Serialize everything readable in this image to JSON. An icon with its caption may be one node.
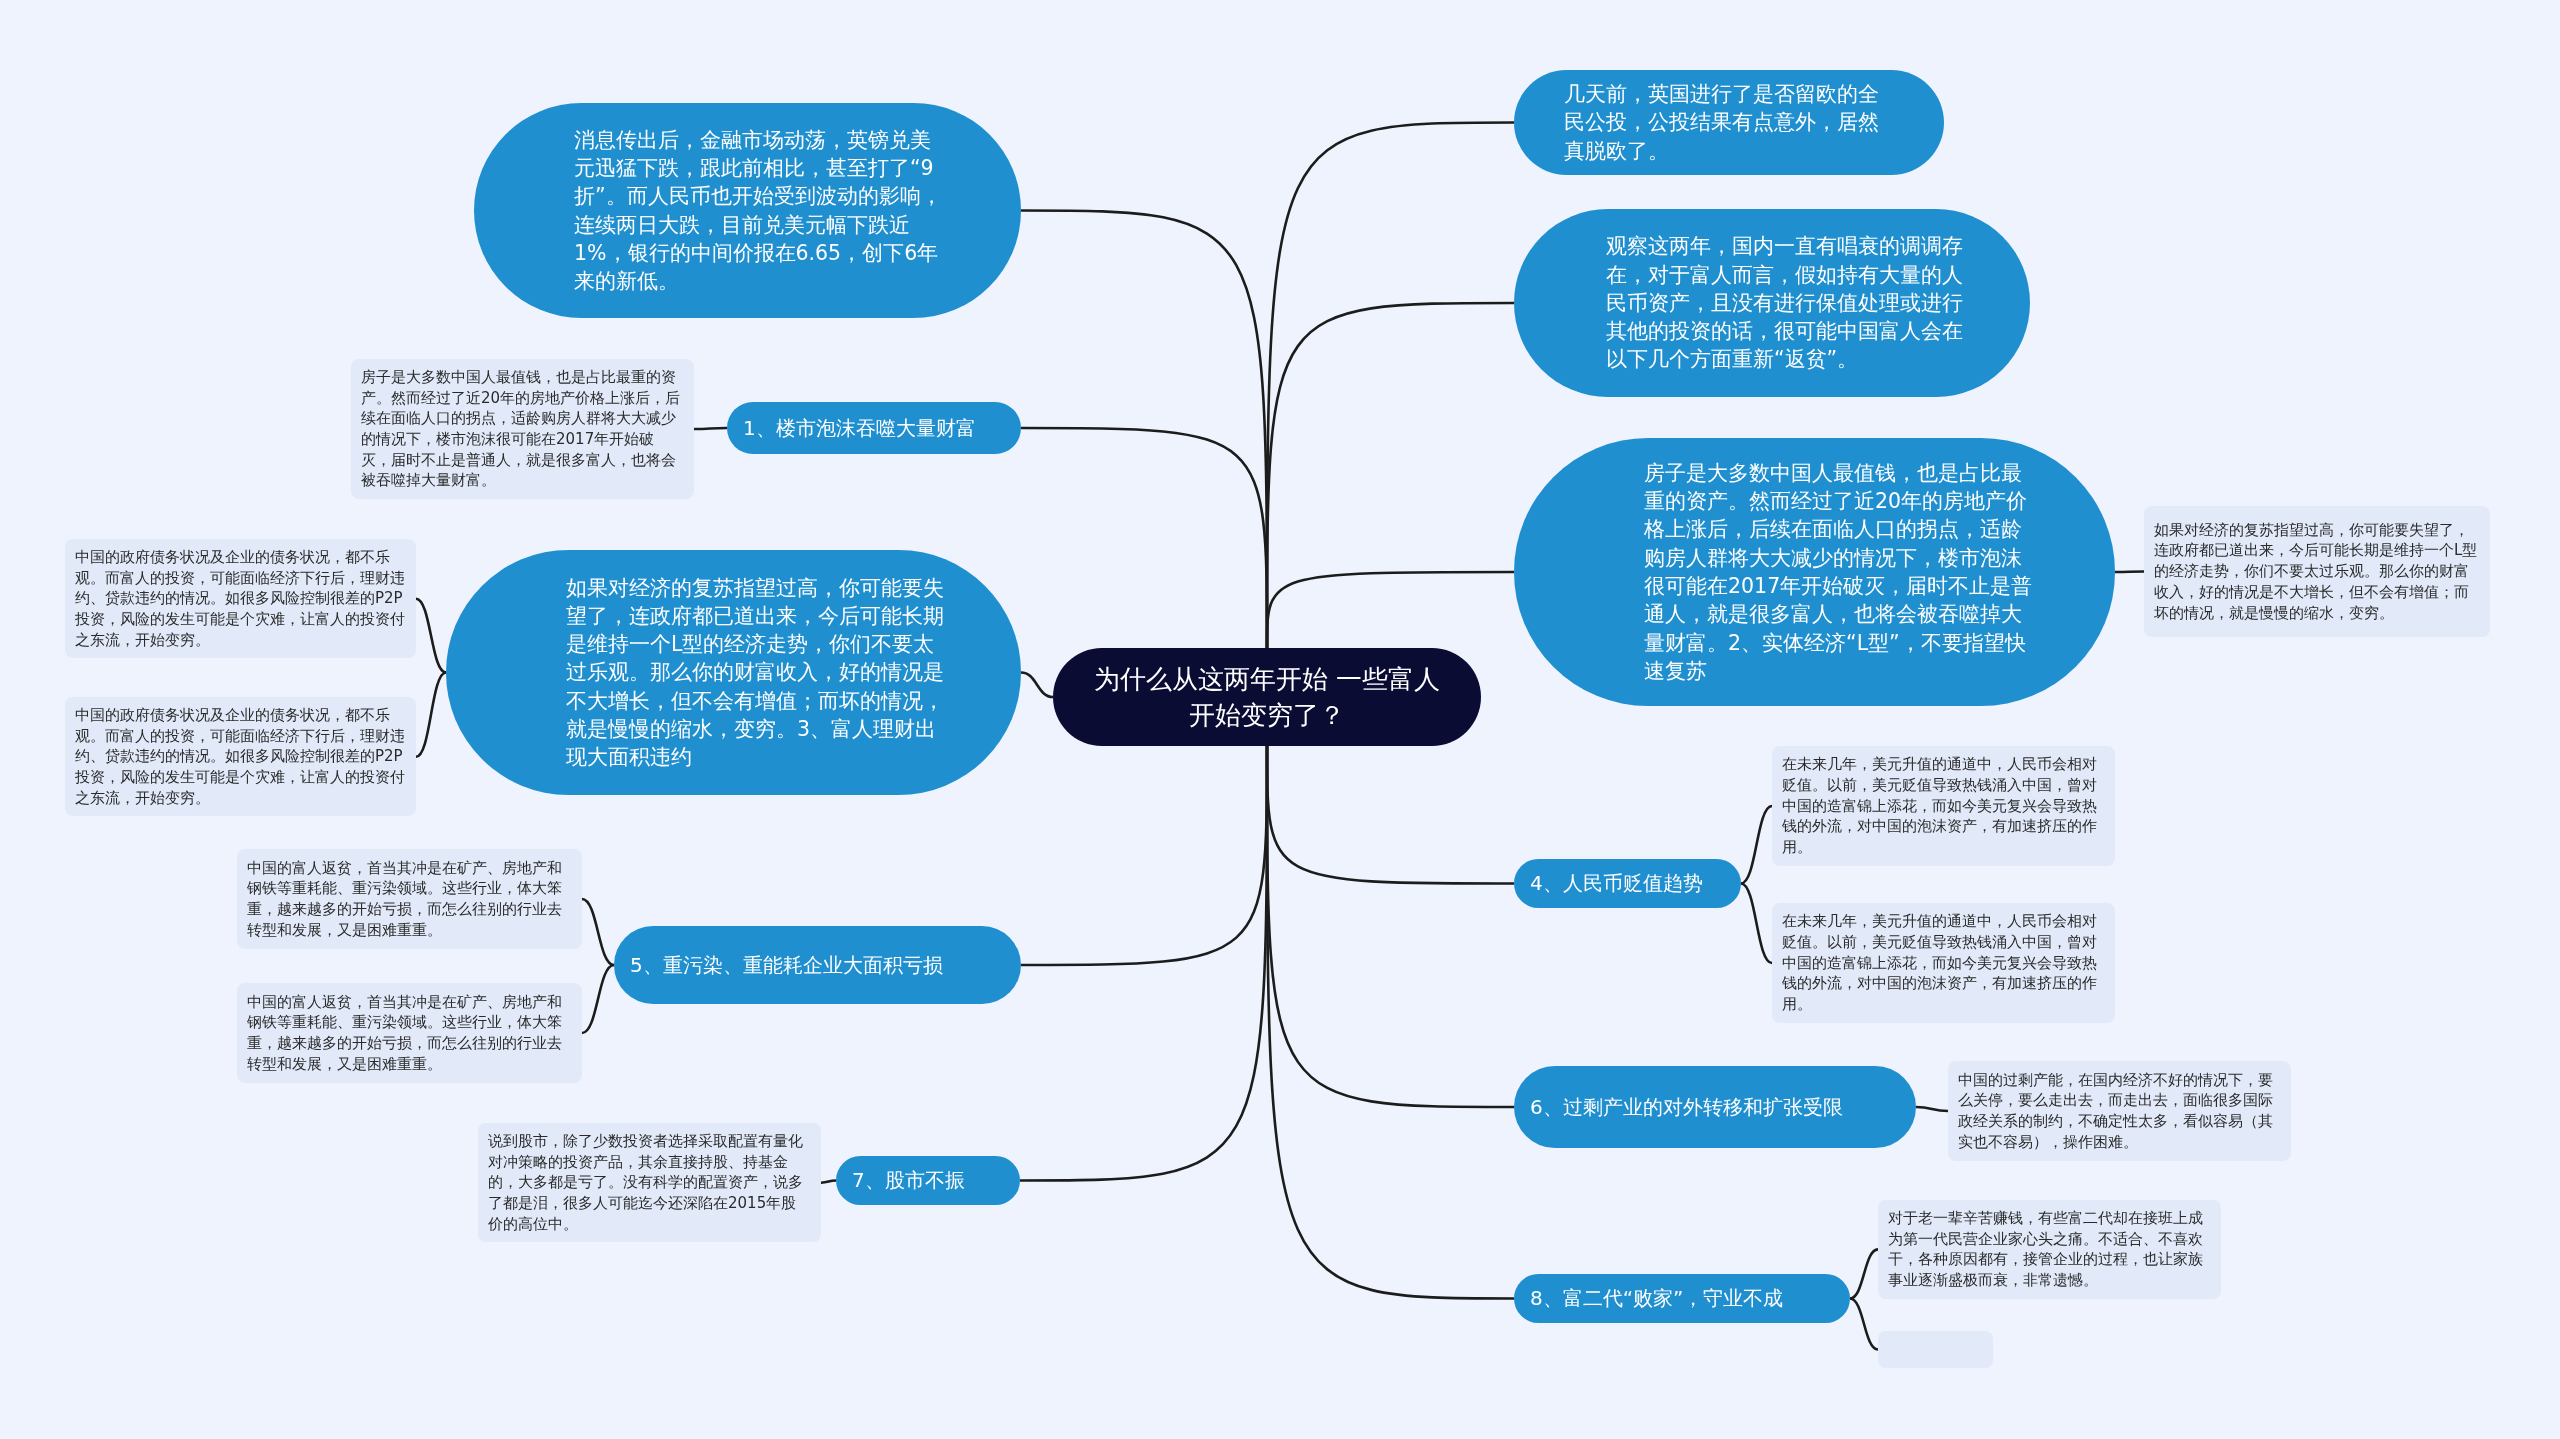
{
  "diagram": {
    "nodes": [
      {
        "text": [
          "为什么从这两年开始 一些富人开始变穷了？"
        ]
      },
      {
        "text": [
          "消息传出后，金融市场动荡，英镑兑美元迅猛下跌，跟此前相比，甚至打了“9折”。而人民币也开始受到波动的影响，连续两日大跌，目前兑美元幅下跌近1%，银行的中间价报在6.65，创下6年来的新低。"
        ]
      },
      {
        "text": [
          "1、楼市泡沫吞噬大量财富"
        ]
      },
      {
        "text": [
          "房子是大多数中国人最值钱，也是占比最重的资产。然而经过了近20年的房地产价格上涨后，后续在面临人口的拐点，适龄购房人群将大大减少的情况下，楼市泡沫很可能在2017年开始破灭，届时不止是普通人，就是很多富人，也将会被吞噬掉大量财富。"
        ]
      },
      {
        "text": [
          "如果对经济的复苏指望过高，你可能要失望了，连政府都已道出来，今后可能长期是维持一个L型的经济走势，你们不要太过乐观。那么你的财富收入，好的情况是不大增长，但不会有增值；而坏的情况，就是慢慢的缩水，变穷。3、富人理财出现大面积违约"
        ]
      },
      {
        "text": [
          "中国的政府债务状况及企业的债务状况，都不乐观。而富人的投资，可能面临经济下行后，理财违约、贷款违约的情况。如很多风险控制很差的P2P投资，风险的发生可能是个灾难，让富人的投资付之东流，开始变穷。"
        ]
      },
      {
        "text": [
          "中国的政府债务状况及企业的债务状况，都不乐观。而富人的投资，可能面临经济下行后，理财违约、贷款违约的情况。如很多风险控制很差的P2P投资，风险的发生可能是个灾难，让富人的投资付之东流，开始变穷。"
        ]
      },
      {
        "text": [
          "5、重污染、重能耗企业大面积亏损"
        ]
      },
      {
        "text": [
          "中国的富人返贫，首当其冲是在矿产、房地产和钢铁等重耗能、重污染领域。这些行业，体大笨重，越来越多的开始亏损，而怎么往别的行业去转型和发展，又是困难重重。"
        ]
      },
      {
        "text": [
          "中国的富人返贫，首当其冲是在矿产、房地产和钢铁等重耗能、重污染领域。这些行业，体大笨重，越来越多的开始亏损，而怎么往别的行业去转型和发展，又是困难重重。"
        ]
      },
      {
        "text": [
          "7、股市不振"
        ]
      },
      {
        "text": [
          "说到股市，除了少数投资者选择采取配置有量化对冲策略的投资产品，其余直接持股、持基金的，大多都是亏了。没有科学的配置资产，说多了都是泪，很多人可能迄今还深陷在2015年股价的高位中。"
        ]
      },
      {
        "text": [
          "几天前，英国进行了是否留欧的全民公投，公投结果有点意外，居然真脱欧了。"
        ]
      },
      {
        "text": [
          "观察这两年，国内一直有唱衰的调调存在，对于富人而言，假如持有大量的人民币资产，且没有进行保值处理或进行其他的投资的话，很可能中国富人会在以下几个方面重新“返贫”。"
        ]
      },
      {
        "text": [
          "房子是大多数中国人最值钱，也是占比最重的资产。然而经过了近20年的房地产价格上涨后，后续在面临人口的拐点，适龄购房人群将大大减少的情况下，楼市泡沫很可能在2017年开始破灭，届时不止是普通人，就是很多富人，也将会被吞噬掉大量财富。2、实体经济“L型”，不要指望快速复苏"
        ]
      },
      {
        "text": [
          "如果对经济的复苏指望过高，你可能要失望了，连政府都已道出来，今后可能长期是维持一个L型的经济走势，你们不要太过乐观。那么你的财富收入，好的情况是不大增长，但不会有增值；而坏的情况，就是慢慢的缩水，变穷。"
        ]
      },
      {
        "text": [
          "4、人民币贬值趋势"
        ]
      },
      {
        "text": [
          "在未来几年，美元升值的通道中，人民币会相对贬值。以前，美元贬值导致热钱涌入中国，曾对中国的造富锦上添花，而如今美元复兴会导致热钱的外流，对中国的泡沫资产，有加速挤压的作用。"
        ]
      },
      {
        "text": [
          "在未来几年，美元升值的通道中，人民币会相对贬值。以前，美元贬值导致热钱涌入中国，曾对中国的造富锦上添花，而如今美元复兴会导致热钱的外流，对中国的泡沫资产，有加速挤压的作用。"
        ]
      },
      {
        "text": [
          "6、过剩产业的对外转移和扩张受限"
        ]
      },
      {
        "text": [
          "中国的过剩产能，在国内经济不好的情况下，要么关停，要么走出去，而走出去，面临很多国际政经关系的制约，不确定性太多，看似容易（其实也不容易），操作困难。"
        ]
      },
      {
        "text": [
          "8、富二代“败家”，守业不成"
        ]
      },
      {
        "text": [
          "对于老一辈辛苦赚钱，有些富二代却在接班上成为第一代民营企业家心头之痛。不适合、不喜欢干，各种原因都有，接管企业的过程，也让家族事业逐渐盛极而衰，非常遗憾。"
        ]
      },
      {
        "text": [],
        "shape": "box"
      }
    ],
    "edges": [
      {
        "from": 0,
        "to": 1,
        "arrow": "none"
      },
      {
        "from": 0,
        "to": 2,
        "arrow": "none"
      },
      {
        "from": 2,
        "to": 3,
        "arrow": "none"
      },
      {
        "from": 0,
        "to": 4,
        "arrow": "none"
      },
      {
        "from": 4,
        "to": 5,
        "arrow": "none"
      },
      {
        "from": 4,
        "to": 6,
        "arrow": "none"
      },
      {
        "from": 0,
        "to": 7,
        "arrow": "none"
      },
      {
        "from": 7,
        "to": 8,
        "arrow": "none"
      },
      {
        "from": 7,
        "to": 9,
        "arrow": "none"
      },
      {
        "from": 0,
        "to": 10,
        "arrow": "none"
      },
      {
        "from": 10,
        "to": 11,
        "arrow": "none"
      },
      {
        "from": 0,
        "to": 12,
        "arrow": "none"
      },
      {
        "from": 0,
        "to": 13,
        "arrow": "none"
      },
      {
        "from": 0,
        "to": 14,
        "arrow": "none"
      },
      {
        "from": 14,
        "to": 15,
        "arrow": "none"
      },
      {
        "from": 0,
        "to": 16,
        "arrow": "none"
      },
      {
        "from": 16,
        "to": 17,
        "arrow": "none"
      },
      {
        "from": 16,
        "to": 18,
        "arrow": "none"
      },
      {
        "from": 0,
        "to": 19,
        "arrow": "none"
      },
      {
        "from": 19,
        "to": 20,
        "arrow": "none"
      },
      {
        "from": 0,
        "to": 21,
        "arrow": "none"
      },
      {
        "from": 21,
        "to": 22,
        "arrow": "none"
      },
      {
        "from": 21,
        "to": 23,
        "arrow": "none"
      }
    ]
  }
}
